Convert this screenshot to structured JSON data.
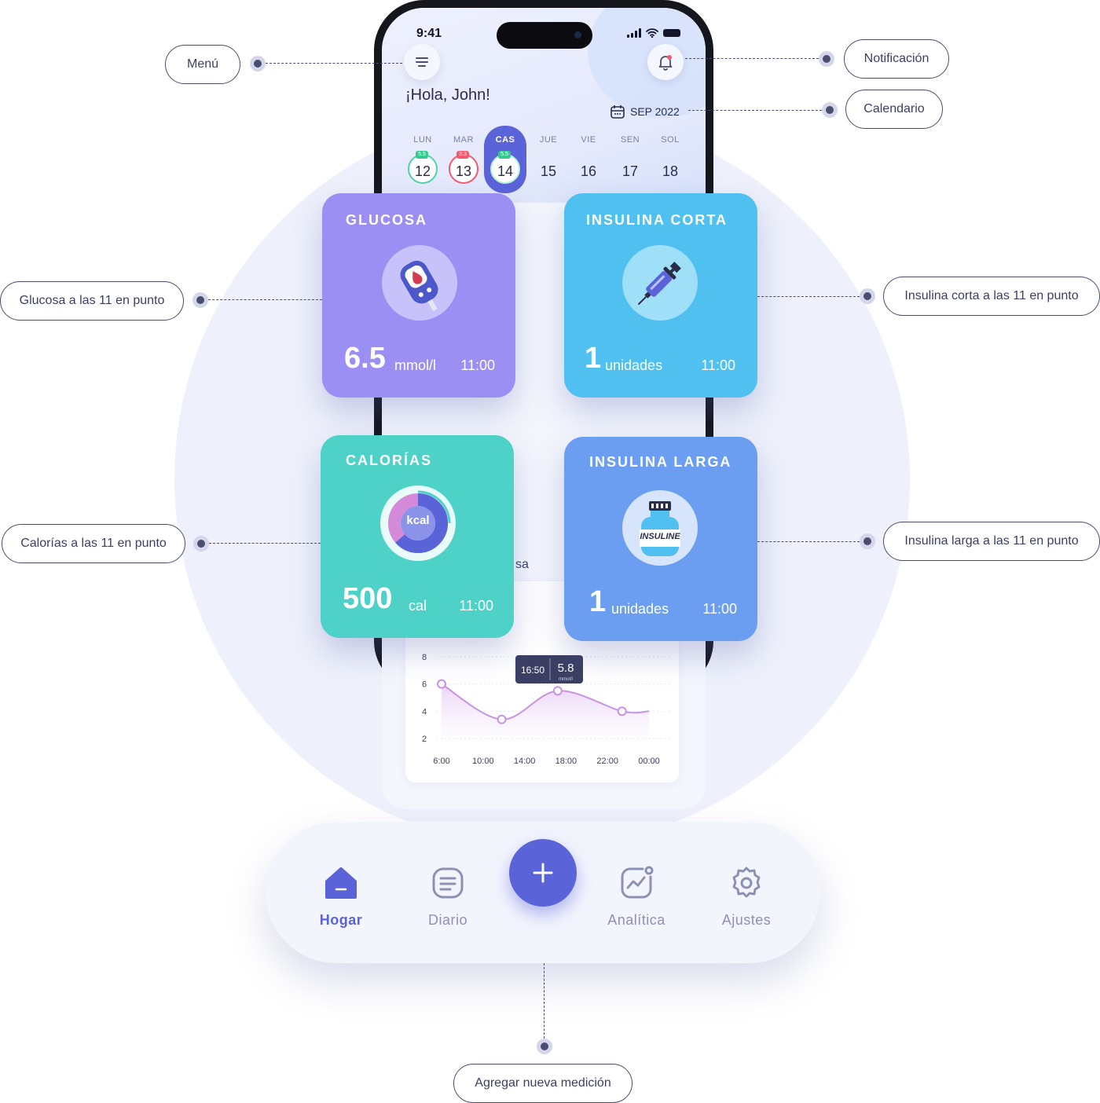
{
  "status_bar": {
    "time": "9:41"
  },
  "header": {
    "greeting": "¡Hola, John!",
    "calendar_label": "SEP 2022"
  },
  "week": [
    {
      "name": "LUN",
      "date": "12",
      "badge": "5.5",
      "badge_color": "#36c98e"
    },
    {
      "name": "MAR",
      "date": "13",
      "badge": "3.3",
      "badge_color": "#f15b6c"
    },
    {
      "name": "CAS",
      "date": "14",
      "badge": "5.5",
      "badge_color": "#36c98e",
      "selected": true
    },
    {
      "name": "JUE",
      "date": "15"
    },
    {
      "name": "VIE",
      "date": "16"
    },
    {
      "name": "SEN",
      "date": "17"
    },
    {
      "name": "SOL",
      "date": "18"
    }
  ],
  "cards": {
    "glucosa": {
      "title": "GLUCOSA",
      "value": "6.5",
      "unit": "mmol/l",
      "time": "11:00",
      "color": "#9b8ff4"
    },
    "insulina_corta": {
      "title": "INSULINA CORTA",
      "value": "1",
      "unit": "unidades",
      "time": "11:00",
      "color": "#4fc0ef"
    },
    "calorias": {
      "title": "CALORÍAS",
      "value": "500",
      "unit": "cal",
      "time": "11:00",
      "icon_text": "kcal",
      "color": "#4ed2c7"
    },
    "insulina_larga": {
      "title": "INSULINA LARGA",
      "value": "1",
      "unit": "unidades",
      "time": "11:00",
      "icon_text": "INSULINE",
      "color": "#6b9ef0"
    }
  },
  "stub_text": "sa",
  "chart_data": {
    "type": "line",
    "x": [
      "6:00",
      "10:00",
      "14:00",
      "18:00",
      "22:00",
      "00:00"
    ],
    "y_ticks": [
      "8",
      "6",
      "4",
      "2"
    ],
    "ylim": [
      2,
      8
    ],
    "points": [
      {
        "x": 0,
        "y": 6.0
      },
      {
        "x": 1.45,
        "y": 3.4
      },
      {
        "x": 2.8,
        "y": 5.5
      },
      {
        "x": 4.35,
        "y": 4.0
      },
      {
        "x": 5.0,
        "y": 4.0
      }
    ],
    "tooltip": {
      "time": "16:50",
      "value": "5.8",
      "unit": "mmol/l"
    },
    "color": "#c992e6"
  },
  "nav": {
    "items": [
      {
        "label": "Hogar",
        "icon": "home-icon",
        "active": true
      },
      {
        "label": "Diario",
        "icon": "diary-icon"
      },
      {
        "label": "Analítica",
        "icon": "analytics-icon"
      },
      {
        "label": "Ajustes",
        "icon": "settings-icon"
      }
    ],
    "fab_icon": "plus-icon"
  },
  "callouts": {
    "menu": "Menú",
    "notification": "Notificación",
    "calendar": "Calendario",
    "glucose": "Glucosa a las 11 en punto",
    "short_insulin": "Insulina corta a las 11 en punto",
    "calories": "Calorías a las 11 en punto",
    "long_insulin": "Insulina larga a las 11 en punto",
    "add_measurement": "Agregar nueva medición"
  },
  "colors": {
    "accent": "#5b63d9",
    "ink": "#3b3f63"
  }
}
